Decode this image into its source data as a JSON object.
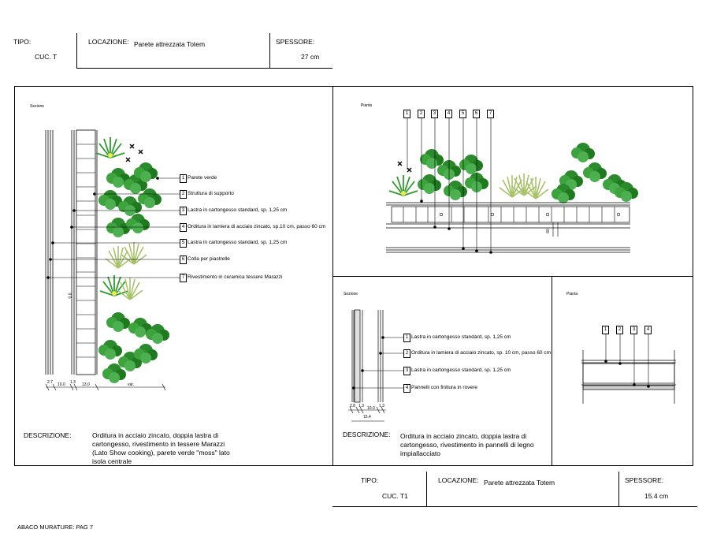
{
  "header_top": {
    "tipo_label": "TIPO:",
    "tipo_value": "CUC. T",
    "locazione_label": "LOCAZIONE:",
    "locazione_value": "Parete attrezzata Totem",
    "spessore_label": "SPESSORE:",
    "spessore_value": "27 cm"
  },
  "panel_left": {
    "title": "Sezione",
    "callouts": [
      {
        "n": "1",
        "text": "Parete verde"
      },
      {
        "n": "2",
        "text": "Struttura di supporto"
      },
      {
        "n": "3",
        "text": "Lastra in cartongesso standard, sp. 1,25 cm"
      },
      {
        "n": "4",
        "text": "Orditura in lamiera di acciaio zincato, sp.10 cm, passo 60 cm"
      },
      {
        "n": "5",
        "text": "Lastra in cartongesso standard, sp. 1,25 cm"
      },
      {
        "n": "6",
        "text": "Colla per piastrelle"
      },
      {
        "n": "7",
        "text": "Rivestimento in ceramica tessere Marazzi"
      }
    ],
    "dims": [
      "2.7",
      "10.0",
      "1.3",
      "13.0",
      "var."
    ],
    "vertical_dim": "0.0",
    "descrizione_label": "DESCRIZIONE:",
    "descrizione_text": [
      "Orditura in acciaio zincato, doppia lastra di",
      "cartongesso, rivestimento in tessere Marazzi",
      "(Lato Show cooking), parete verde \"moss\" lato",
      "isola centrale"
    ]
  },
  "panel_right_top": {
    "title": "Pianta",
    "numbers": [
      "1",
      "2",
      "3",
      "4",
      "5",
      "6",
      "7"
    ],
    "small_label": "60"
  },
  "panel_mid": {
    "title": "Sezione",
    "callouts": [
      {
        "n": "1",
        "text": "Lastra in cartongesso standard, sp. 1,25 cm"
      },
      {
        "n": "2",
        "text": "Orditura in lamiera di acciaio zincato, sp. 10 cm, passo 60 cm"
      },
      {
        "n": "3",
        "text": "Lastra in cartongesso standard, sp. 1,25 cm"
      },
      {
        "n": "4",
        "text": "Pannelli con finitura in rovere"
      }
    ],
    "dims": [
      "2.8",
      "1.3",
      "10.0",
      "1.3",
      "15.4"
    ],
    "descrizione_label": "DESCRIZIONE:",
    "descrizione_text": [
      "Orditura in acciaio zincato, doppia lastra di",
      "cartongesso, rivestimento in pannelli di legno",
      "impiallacciato"
    ]
  },
  "panel_small": {
    "title": "Pianta",
    "numbers": [
      "1",
      "2",
      "3",
      "4"
    ]
  },
  "header_bottom": {
    "tipo_label": "TIPO:",
    "tipo_value": "CUC. T1",
    "locazione_label": "LOCAZIONE:",
    "locazione_value": "Parete attrezzata Totem",
    "spessore_label": "SPESSORE:",
    "spessore_value": "15.4 cm"
  },
  "footer": "ABACO MURATURE: PAG 7",
  "colors": {
    "plant_dark": "#1f7a1f",
    "plant_mid": "#3da33d",
    "plant_light": "#a8c26a",
    "flower": "#f2e94a"
  }
}
